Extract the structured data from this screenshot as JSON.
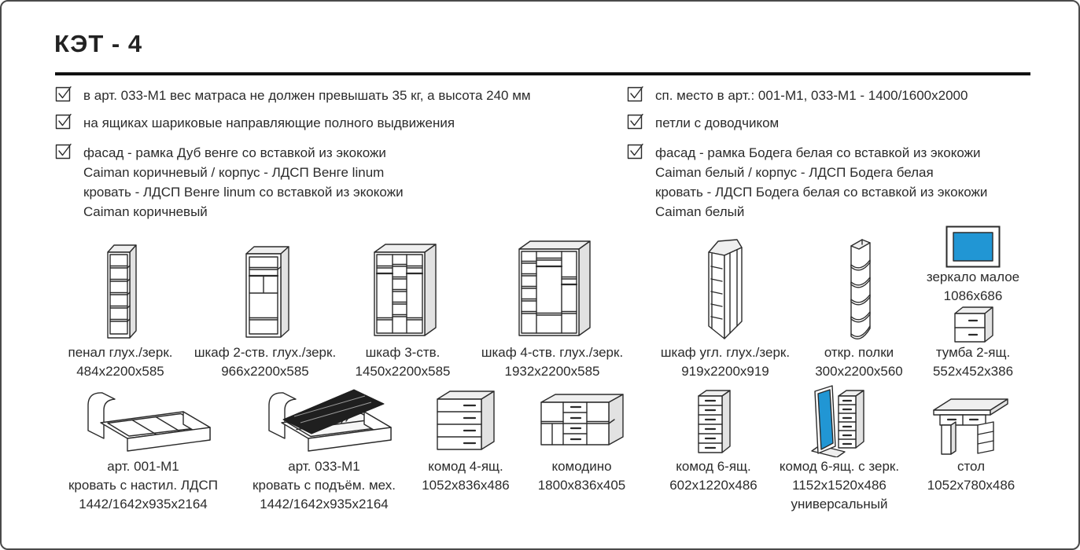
{
  "page": {
    "title": "КЭТ - 4"
  },
  "colors": {
    "mirror_blue": "#2196d4",
    "line": "#2b2b2b",
    "divider": "#111111"
  },
  "features": {
    "left": [
      {
        "label": "в арт. 033-М1 вес матраса не должен превышать 35 кг, а высота 240 мм"
      },
      {
        "label": "на ящиках шариковые направляющие полного выдвижения"
      },
      {
        "label": "фасад - рамка Дуб венге со вставкой из экокожи\nCaiman коричневый / корпус - ЛДСП Венге linum\nкровать - ЛДСП Венге linum со вставкой из экокожи\nCaiman коричневый"
      }
    ],
    "right": [
      {
        "label": "сп. место в арт.: 001-М1, 033-М1 - 1400/1600х2000"
      },
      {
        "label": "петли с доводчиком"
      },
      {
        "label": "фасад - рамка Бодега белая со вставкой из экокожи\nCaiman белый / корпус - ЛДСП Бодега белая\nкровать - ЛДСП Бодега белая со вставкой из экокожи\nCaiman белый"
      }
    ]
  },
  "products": [
    {
      "name": "пенал глух./зерк.",
      "dims": "484х2200х585"
    },
    {
      "name": "шкаф 2-ств. глух./зерк.",
      "dims": "966х2200х585"
    },
    {
      "name": "шкаф 3-ств.",
      "dims": "1450х2200х585"
    },
    {
      "name": "шкаф 4-ств. глух./зерк.",
      "dims": "1932х2200х585"
    },
    {
      "name": "шкаф угл. глух./зерк.",
      "dims": "919х2200х919"
    },
    {
      "name": "откр. полки",
      "dims": "300х2200х560"
    },
    {
      "name": "зеркало малое",
      "dims": "1086х686"
    },
    {
      "name": "тумба 2-ящ.",
      "dims": "552х452х386"
    },
    {
      "name": "арт. 001-М1\nкровать с настил. ЛДСП",
      "dims": "1442/1642х935х2164"
    },
    {
      "name": "арт. 033-М1\nкровать с подъём. мех.",
      "dims": "1442/1642х935х2164"
    },
    {
      "name": "комод 4-ящ.",
      "dims": "1052х836х486"
    },
    {
      "name": "комодино",
      "dims": "1800х836х405"
    },
    {
      "name": "комод 6-ящ.",
      "dims": "602х1220х486"
    },
    {
      "name": "комод 6-ящ. с зерк.",
      "dims": "1152х1520х486\nуниверсальный"
    },
    {
      "name": "стол",
      "dims": "1052х780х486"
    }
  ]
}
